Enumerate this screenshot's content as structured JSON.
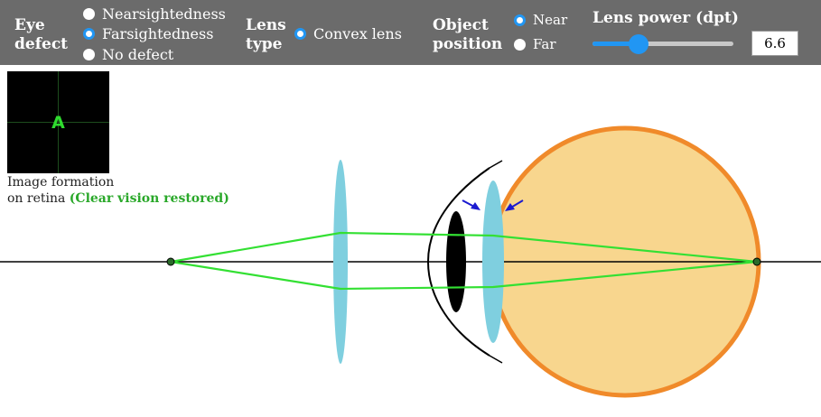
{
  "eye_defect": {
    "label_line1": "Eye",
    "label_line2": "defect",
    "options": [
      "Nearsightedness",
      "Farsightedness",
      "No defect"
    ],
    "selected": "Farsightedness"
  },
  "lens_type": {
    "label_line1": "Lens",
    "label_line2": "type",
    "option": "Convex lens"
  },
  "object_position": {
    "label_line1": "Object",
    "label_line2": "position",
    "options": [
      "Near",
      "Far"
    ],
    "selected": "Near"
  },
  "lens_power": {
    "label": "Lens power (dpt)",
    "value": "6.6",
    "slider_fraction": 0.33
  },
  "preview": {
    "letter": "A",
    "caption_line1": "Image formation",
    "caption_line2_prefix": "on retina",
    "status": "(Clear vision restored)"
  },
  "colors": {
    "toolbar_bg": "#6b6b6b",
    "accent": "#2196f3",
    "ray": "#33e033",
    "lens": "#7fcfdf",
    "eye_fill": "#f8d68e",
    "eye_border": "#f08a2a",
    "status": "#2aa82a"
  }
}
